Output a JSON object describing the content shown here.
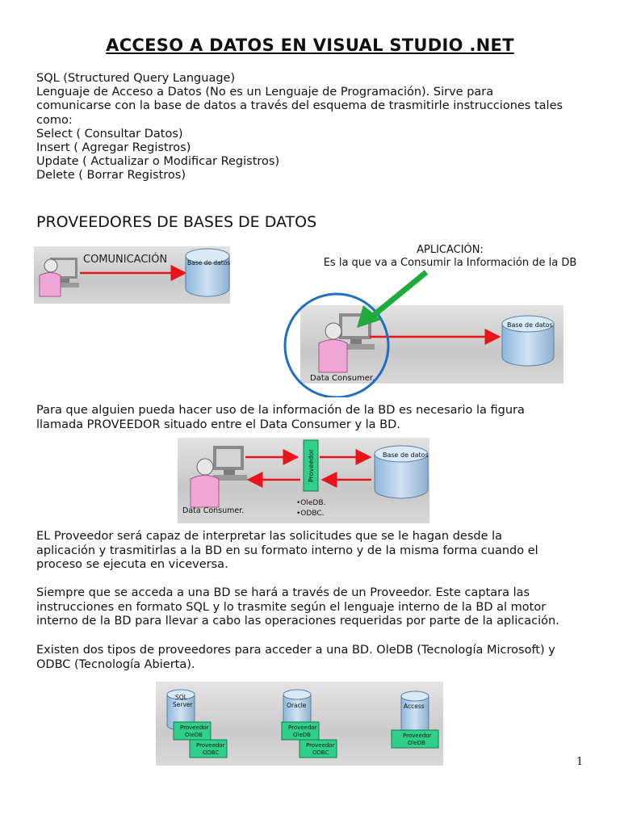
{
  "title": "ACCESO A DATOS EN VISUAL STUDIO .NET",
  "intro_lines": [
    "SQL (Structured Query Language)",
    "Lenguaje de Acceso a Datos (No es un Lenguaje de Programación). Sirve para",
    "comunicarse con la base de datos a través del esquema de trasmitirle instrucciones tales",
    "como:",
    "Select ( Consultar Datos)",
    "Insert ( Agregar Registros)",
    "Update ( Actualizar o Modificar Registros)",
    "Delete ( Borrar Registros)"
  ],
  "section_title": "PROVEEDORES DE BASES DE DATOS",
  "diagram1": {
    "label": "COMUNICACIÓN",
    "db_label": "Base de datos"
  },
  "aplicacion": {
    "title": "APLICACIÓN:",
    "text": "Es la que va a Consumir la Información de la DB"
  },
  "diagram2": {
    "db_label": "Base de datos",
    "consumer_label": "Data Consumer."
  },
  "para1": [
    "Para que alguien pueda hacer uso de la información de la BD es necesario la figura",
    "llamada PROVEEDOR situado entre el Data Consumer y la BD."
  ],
  "diagram3": {
    "db_label": "Base de datos",
    "consumer_label": "Data Consumer.",
    "proveedor_label": "Proveedor",
    "list": [
      "•OleDB.",
      "•ODBC."
    ]
  },
  "para2": [
    "EL Proveedor será capaz de interpretar las solicitudes que se le hagan desde la",
    "aplicación y trasmitirlas a la BD en su formato interno y de la misma forma cuando el",
    "proceso se ejecuta en viceversa."
  ],
  "para3": [
    "Siempre que se acceda a una BD se hará a través de un Proveedor. Este captara las",
    "instrucciones en formato SQL y lo trasmite según el lenguaje interno de la BD al motor",
    "interno de la BD para llevar a cabo las operaciones requeridas por parte de la aplicación."
  ],
  "para4": [
    "Existen dos tipos de proveedores para acceder a una BD. OleDB (Tecnología Microsoft) y",
    "ODBC (Tecnología Abierta)."
  ],
  "diagram4": {
    "groups": [
      {
        "db": [
          "SQL",
          "Server"
        ],
        "providers": [
          [
            "Proveedor",
            "OleDB"
          ],
          [
            "Proveedor",
            "ODBC"
          ]
        ]
      },
      {
        "db": [
          "Oracle"
        ],
        "providers": [
          [
            "Proveedor",
            "OleDB"
          ],
          [
            "Proveedor",
            "ODBC"
          ]
        ]
      },
      {
        "db": [
          "Access"
        ],
        "providers": [
          [
            "Proveedor",
            "OleDB"
          ]
        ]
      }
    ]
  },
  "page_number": "1",
  "colors": {
    "arrow_red": "#e8141b",
    "arrow_green": "#1faa3c",
    "circle_blue": "#1f6fc0",
    "provider_green": "#2fd08a",
    "db_blue": "#a9cbe8"
  }
}
